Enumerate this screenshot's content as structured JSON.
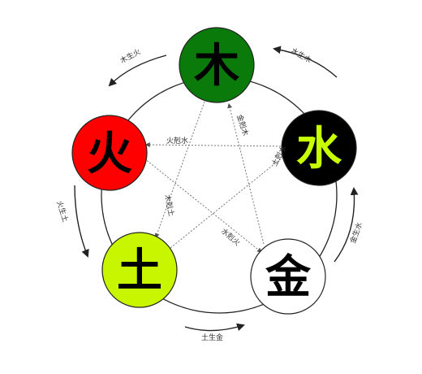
{
  "elements": [
    {
      "key": "wood",
      "glyph": "木",
      "fill": "#0a7a0a",
      "text_color": "#000000"
    },
    {
      "key": "water",
      "glyph": "水",
      "fill": "#000000",
      "text_color": "#c8ff00"
    },
    {
      "key": "metal",
      "glyph": "金",
      "fill": "#ffffff",
      "text_color": "#000000"
    },
    {
      "key": "earth",
      "glyph": "土",
      "fill": "#c8f500",
      "text_color": "#000000"
    },
    {
      "key": "fire",
      "glyph": "火",
      "fill": "#ff0000",
      "text_color": "#000000"
    }
  ],
  "generating_labels": {
    "wood_to_fire": "木生火",
    "water_to_wood": "水生木",
    "metal_to_water": "金生水",
    "earth_to_metal": "土生金",
    "fire_to_earth": "火生土"
  },
  "overcoming_labels": {
    "fire_to_water": "火剋水",
    "wood_to_earth": "木剋土",
    "metal_to_wood": "金剋木",
    "water_to_fire": "水剋火",
    "earth_to_water": "土剋水"
  }
}
